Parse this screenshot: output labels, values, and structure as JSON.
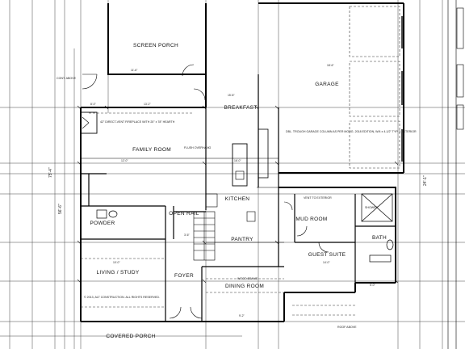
{
  "rooms": {
    "screen_porch": "SCREEN PORCH",
    "garage": "GARAGE",
    "breakfast": "BREAKFAST",
    "family_room": "FAMILY ROOM",
    "kitchen": "KITCHEN",
    "mud_room": "MUD ROOM",
    "guest_suite": "GUEST SUITE",
    "living_study": "LIVING / STUDY",
    "foyer": "FOYER",
    "dining_room": "DINING ROOM",
    "covered_porch": "COVERED PORCH",
    "open_rail": "OPEN RAIL",
    "powder": "POWDER",
    "pantry": "PANTRY",
    "bath": "BATH"
  },
  "notes": {
    "gas_fireplace": "42\" DIRECT-VENT FIREPLACE WITH 20\" x 78\" HEARTH",
    "flush_overhang": "FLUSH OVERHANG",
    "cont_above": "CONT. ABOVE",
    "garage_note": "DBL. TROUGH GARAGE COLUMN AS PER MORG. 2018 EDITION, W/4 x 4-1/2\" TYP. 3 EXTERIOR",
    "wood_beams": "WOOD BEAMS",
    "vent_to_exterior": "VENT TO EXTERIOR",
    "roof_above": "ROOF ABOVE",
    "shower": "SHOWER",
    "copyright": "© 2013, ALT CONSTRUCTION. ALL RIGHTS RESERVED."
  },
  "dims": {
    "d1": "11'-6\"",
    "d2": "8'-0\"",
    "d3": "13'-2\"",
    "d4": "15'-8\"",
    "d5": "12'-0\"",
    "d6": "16'-0\"",
    "d7": "10'-0\"",
    "d8": "9'-2\"",
    "d9": "14'-0\"",
    "d10": "18'-6\"",
    "d11": "3'-6\"",
    "d12": "5'-0\""
  },
  "side_labels": {
    "a": "75'-4\"",
    "b": "56'-6\"",
    "c": "24'-1\""
  }
}
